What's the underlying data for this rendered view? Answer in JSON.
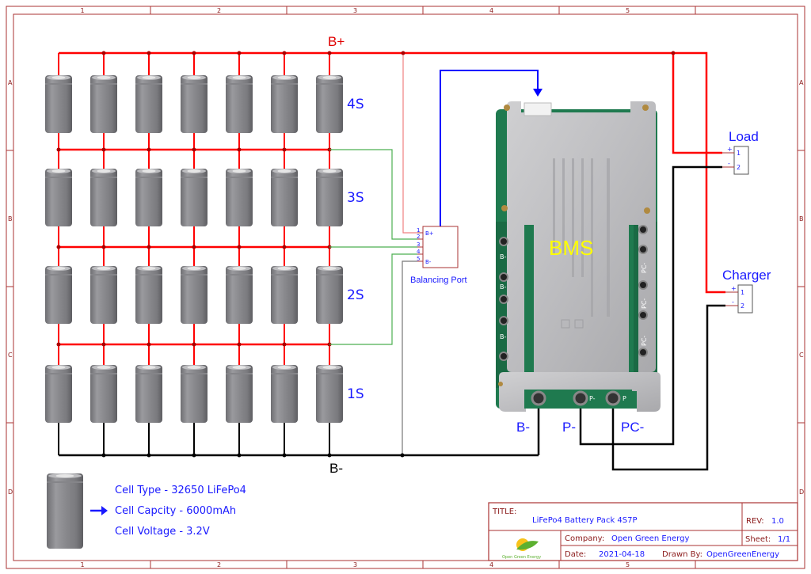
{
  "frame": {
    "columns": [
      "1",
      "2",
      "3",
      "4",
      "5"
    ],
    "rows": [
      "A",
      "B",
      "C",
      "D"
    ]
  },
  "rails": {
    "positive_label": "B+",
    "negative_label": "B-",
    "positive_color": "#ff0000",
    "negative_color": "#000000",
    "balance_color": "#4caf50",
    "signal_color": "#0000ff"
  },
  "battery": {
    "parallel_count": 7,
    "series_groups": [
      {
        "label": "4S"
      },
      {
        "label": "3S"
      },
      {
        "label": "2S"
      },
      {
        "label": "1S"
      }
    ]
  },
  "balancing_port": {
    "title": "Balancing Port",
    "pins": [
      {
        "num": "1",
        "name": "B+"
      },
      {
        "num": "2",
        "name": ""
      },
      {
        "num": "3",
        "name": ""
      },
      {
        "num": "4",
        "name": ""
      },
      {
        "num": "5",
        "name": "B-"
      }
    ]
  },
  "bms": {
    "label": "BMS",
    "label_color": "#ffff00",
    "side_pads_left": [
      "B-",
      "B-",
      "B-"
    ],
    "side_pads_right": [
      "PC-",
      "PC-",
      "PC-"
    ],
    "bottom_pads": [
      "P-",
      "P"
    ],
    "terminals": [
      "B-",
      "P-",
      "PC-"
    ]
  },
  "load": {
    "title": "Load",
    "pins": [
      {
        "num": "1",
        "sign": "+"
      },
      {
        "num": "2",
        "sign": "-"
      }
    ]
  },
  "charger": {
    "title": "Charger",
    "pins": [
      {
        "num": "1",
        "sign": "+"
      },
      {
        "num": "2",
        "sign": "-"
      }
    ]
  },
  "cell_info": {
    "type": "Cell Type - 32650 LiFePo4",
    "capacity": "Cell Capcity - 6000mAh",
    "voltage": "Cell Voltage - 3.2V"
  },
  "title_block": {
    "title_label": "TITLE:",
    "title": "LiFePo4 Battery Pack 4S7P",
    "rev_label": "REV:",
    "rev": "1.0",
    "company_label": "Company:",
    "company": "Open Green Energy",
    "sheet_label": "Sheet:",
    "sheet": "1/1",
    "date_label": "Date:",
    "date": "2021-04-18",
    "drawn_by_label": "Drawn By:",
    "drawn_by": "OpenGreenEnergy",
    "logo_text": "Open Green Energy"
  }
}
